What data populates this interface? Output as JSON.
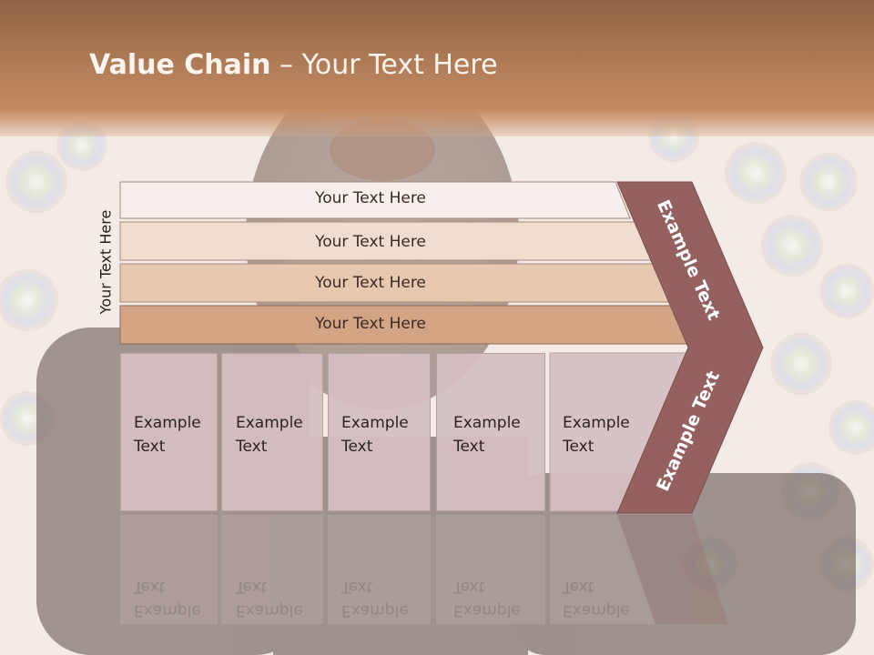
{
  "title": {
    "bold": "Value Chain",
    "rest": " – Your Text Here"
  },
  "side_label": "Your Text Here",
  "rows": [
    {
      "label": "Your Text Here",
      "color": "#f6efeb"
    },
    {
      "label": "Your Text Here",
      "color": "#f0ddd0"
    },
    {
      "label": "Your Text Here",
      "color": "#e7c8b0"
    },
    {
      "label": "Your Text Here",
      "color": "#d3a585"
    }
  ],
  "cells": [
    {
      "line1": "Example",
      "line2": "Text"
    },
    {
      "line1": "Example",
      "line2": "Text"
    },
    {
      "line1": "Example",
      "line2": "Text"
    },
    {
      "line1": "Example",
      "line2": "Text"
    },
    {
      "line1": "Example",
      "line2": "Text"
    }
  ],
  "chevron": {
    "top_text": "Example Text",
    "bottom_text": "Example Text",
    "color": "#946060"
  }
}
